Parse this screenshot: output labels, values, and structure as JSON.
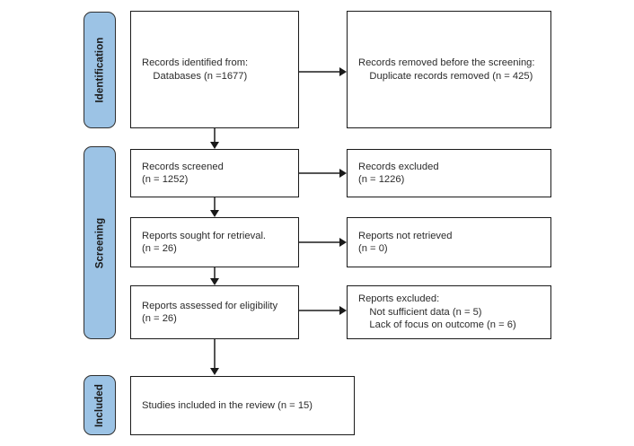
{
  "diagram": {
    "type": "prisma-flow-diagram",
    "colors": {
      "stage_fill": "#9CC3E5",
      "box_border": "#1a1a1a",
      "connector": "#555555",
      "text": "#2b2b2b",
      "background": "#ffffff"
    },
    "stages": [
      {
        "id": "identification",
        "label": "Identification"
      },
      {
        "id": "screening",
        "label": "Screening"
      },
      {
        "id": "included",
        "label": "Included"
      }
    ],
    "boxes": [
      {
        "id": "records-identified",
        "stage": "identification",
        "column": "left",
        "text": "Records identified from:\n    Databases (n =1677)"
      },
      {
        "id": "records-removed",
        "stage": "identification",
        "column": "right",
        "text": "Records removed before the screening:\n    Duplicate records removed (n = 425)"
      },
      {
        "id": "records-screened",
        "stage": "screening",
        "column": "left",
        "text": "Records screened\n(n = 1252)"
      },
      {
        "id": "records-excluded",
        "stage": "screening",
        "column": "right",
        "text": "Records excluded\n(n = 1226)"
      },
      {
        "id": "reports-sought",
        "stage": "screening",
        "column": "left",
        "text": "Reports sought for retrieval.\n(n = 26)"
      },
      {
        "id": "reports-not-retrieved",
        "stage": "screening",
        "column": "right",
        "text": "Reports not retrieved\n(n = 0)"
      },
      {
        "id": "reports-assessed",
        "stage": "screening",
        "column": "left",
        "text": "Reports assessed for eligibility\n(n = 26)"
      },
      {
        "id": "reports-excluded",
        "stage": "screening",
        "column": "right",
        "text": "Reports excluded:\n    Not sufficient data (n = 5)\n    Lack of focus on outcome (n = 6)"
      },
      {
        "id": "studies-included",
        "stage": "included",
        "column": "left",
        "text": "Studies included in the review (n = 15)"
      }
    ],
    "counts": {
      "records_identified_databases": 1677,
      "duplicate_records_removed": 425,
      "records_screened": 1252,
      "records_excluded": 1226,
      "reports_sought_for_retrieval": 26,
      "reports_not_retrieved": 0,
      "reports_assessed_for_eligibility": 26,
      "reports_excluded_not_sufficient_data": 5,
      "reports_excluded_lack_of_focus_on_outcome": 6,
      "studies_included_in_review": 15
    }
  }
}
